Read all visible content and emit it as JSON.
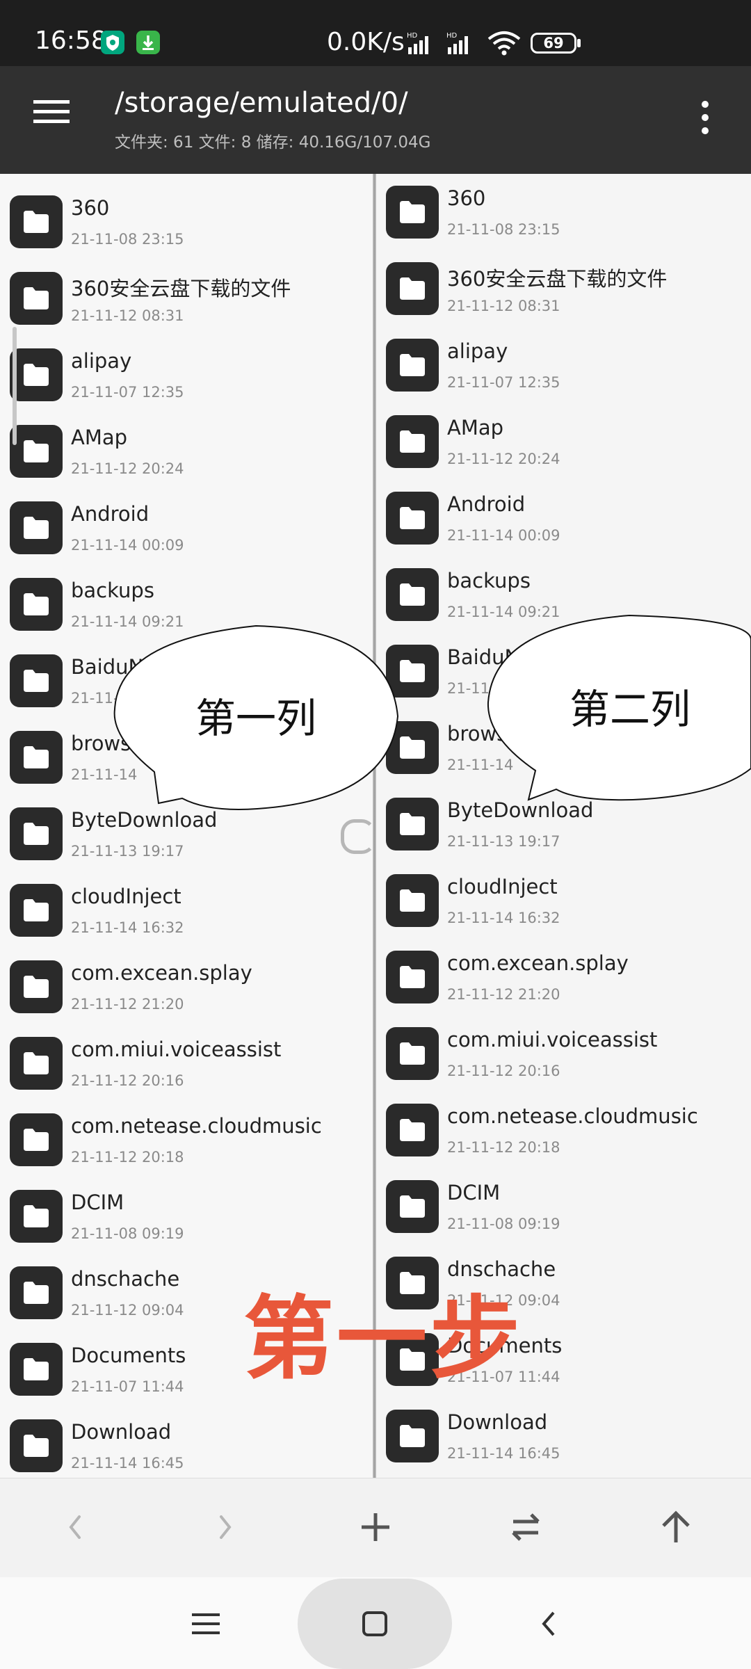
{
  "status_bar": {
    "time": "16:58",
    "network_speed": "0.0K/s",
    "battery": "69",
    "signal_label_1": "HD",
    "signal_label_2": "HD"
  },
  "app_bar": {
    "path": "/storage/emulated/0/",
    "info": "文件夹: 61  文件: 8  储存: 40.16G/107.04G"
  },
  "left_pane": {
    "items": [
      {
        "name": "360",
        "date": "21-11-08 23:15"
      },
      {
        "name": "360安全云盘下载的文件",
        "date": "21-11-12 08:31"
      },
      {
        "name": "alipay",
        "date": "21-11-07 12:35"
      },
      {
        "name": "AMap",
        "date": "21-11-12 20:24"
      },
      {
        "name": "Android",
        "date": "21-11-14 00:09"
      },
      {
        "name": "backups",
        "date": "21-11-14 09:21"
      },
      {
        "name": "BaiduN",
        "date": "21-11-"
      },
      {
        "name": "brows",
        "date": "21-11-14"
      },
      {
        "name": "ByteDownload",
        "date": "21-11-13 19:17"
      },
      {
        "name": "cloudInject",
        "date": "21-11-14 16:32"
      },
      {
        "name": "com.excean.splay",
        "date": "21-11-12 21:20"
      },
      {
        "name": "com.miui.voiceassist",
        "date": "21-11-12 20:16"
      },
      {
        "name": "com.netease.cloudmusic",
        "date": "21-11-12 20:18"
      },
      {
        "name": "DCIM",
        "date": "21-11-08 09:19"
      },
      {
        "name": "dnschache",
        "date": "21-11-12 09:04"
      },
      {
        "name": "Documents",
        "date": "21-11-07 11:44"
      },
      {
        "name": "Download",
        "date": "21-11-14 16:45"
      }
    ]
  },
  "right_pane": {
    "items": [
      {
        "name": "360",
        "date": "21-11-08 23:15"
      },
      {
        "name": "360安全云盘下载的文件",
        "date": "21-11-12 08:31"
      },
      {
        "name": "alipay",
        "date": "21-11-07 12:35"
      },
      {
        "name": "AMap",
        "date": "21-11-12 20:24"
      },
      {
        "name": "Android",
        "date": "21-11-14 00:09"
      },
      {
        "name": "backups",
        "date": "21-11-14 09:21"
      },
      {
        "name": "BaiduN",
        "date": "21-11-"
      },
      {
        "name": "brows",
        "date": "21-11-14"
      },
      {
        "name": "ByteDownload",
        "date": "21-11-13 19:17"
      },
      {
        "name": "cloudInject",
        "date": "21-11-14 16:32"
      },
      {
        "name": "com.excean.splay",
        "date": "21-11-12 21:20"
      },
      {
        "name": "com.miui.voiceassist",
        "date": "21-11-12 20:16"
      },
      {
        "name": "com.netease.cloudmusic",
        "date": "21-11-12 20:18"
      },
      {
        "name": "DCIM",
        "date": "21-11-08 09:19"
      },
      {
        "name": "dnschache",
        "date": "21-11-12 09:04"
      },
      {
        "name": "Documents",
        "date": "21-11-07 11:44"
      },
      {
        "name": "Download",
        "date": "21-11-14 16:45"
      }
    ]
  },
  "annotations": {
    "bubble_left": "第一列",
    "bubble_right": "第二列",
    "step_label": "第一步"
  },
  "icons": {
    "folder": "folder-icon",
    "back": "chevron-left-icon",
    "forward": "chevron-right-icon",
    "add": "plus-icon",
    "swap": "swap-icon",
    "up": "arrow-up-icon",
    "menu": "hamburger-icon",
    "more": "more-vert-icon"
  },
  "colors": {
    "app_bar": "#303030",
    "status_bar": "#1e1e1e",
    "annotation_red": "#e8573a"
  }
}
